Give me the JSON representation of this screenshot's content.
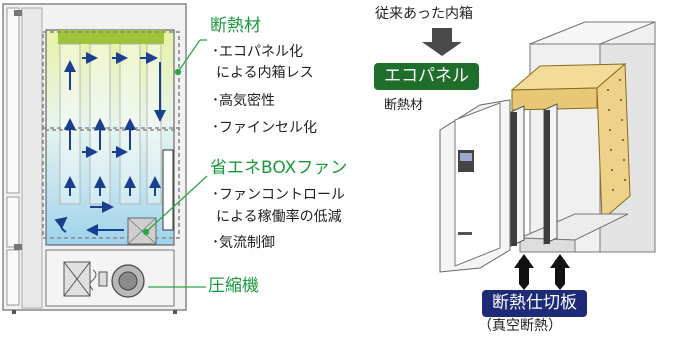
{
  "colors": {
    "label_green": "#1a9a3c",
    "badge_green": "#1f6e2c",
    "badge_navy": "#1c2a78",
    "arrow_blue": "#1b3f8f",
    "leader_green": "#2aa84a"
  },
  "left_labels": {
    "insulation_title": "断熱材",
    "insulation_lines": [
      "･エコパネル化",
      "による内箱レス",
      "･高気密性",
      "･ファインセル化"
    ],
    "fan_title": "省エネBOXファン",
    "fan_lines": [
      "･ファンコントロール",
      "による稼働率の低減",
      "･気流制御"
    ],
    "compressor_title": "圧縮機"
  },
  "right_labels": {
    "conventional": "従来あった内箱",
    "eco_panel": "エコパネル",
    "insulation": "断熱材",
    "partition": "断熱仕切板",
    "vacuum": "（真空断熱）"
  }
}
